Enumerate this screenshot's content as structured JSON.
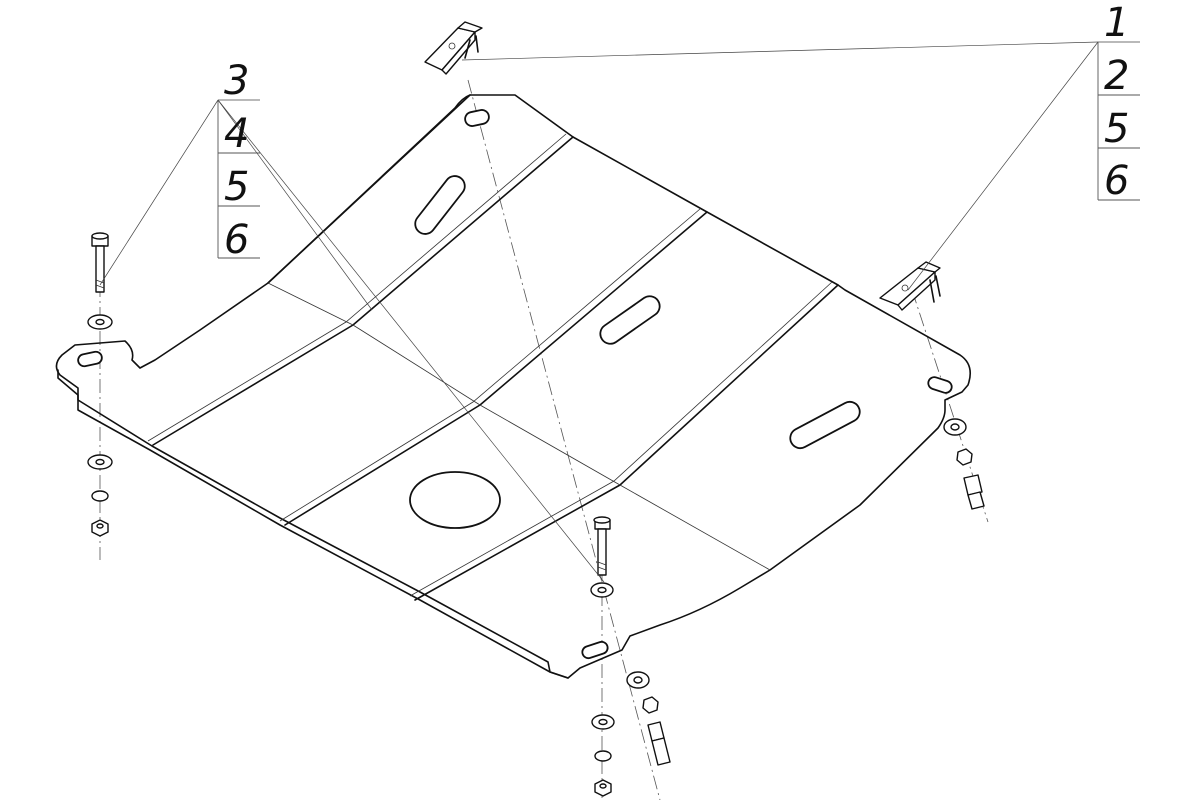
{
  "callouts": {
    "left_group": [
      "3",
      "4",
      "5",
      "6"
    ],
    "right_group": [
      "1",
      "2",
      "5",
      "6"
    ]
  }
}
